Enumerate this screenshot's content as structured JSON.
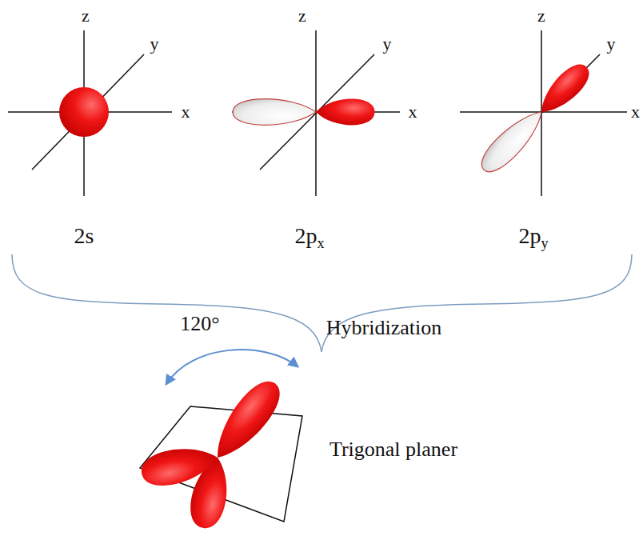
{
  "diagram": {
    "labels": [
      "z",
      "y",
      "x",
      "2s",
      "z",
      "y",
      "x",
      "2px",
      "z",
      "y",
      "x",
      "2py",
      "Hybridization",
      "120°",
      "Trigonal planer"
    ]
  }
}
